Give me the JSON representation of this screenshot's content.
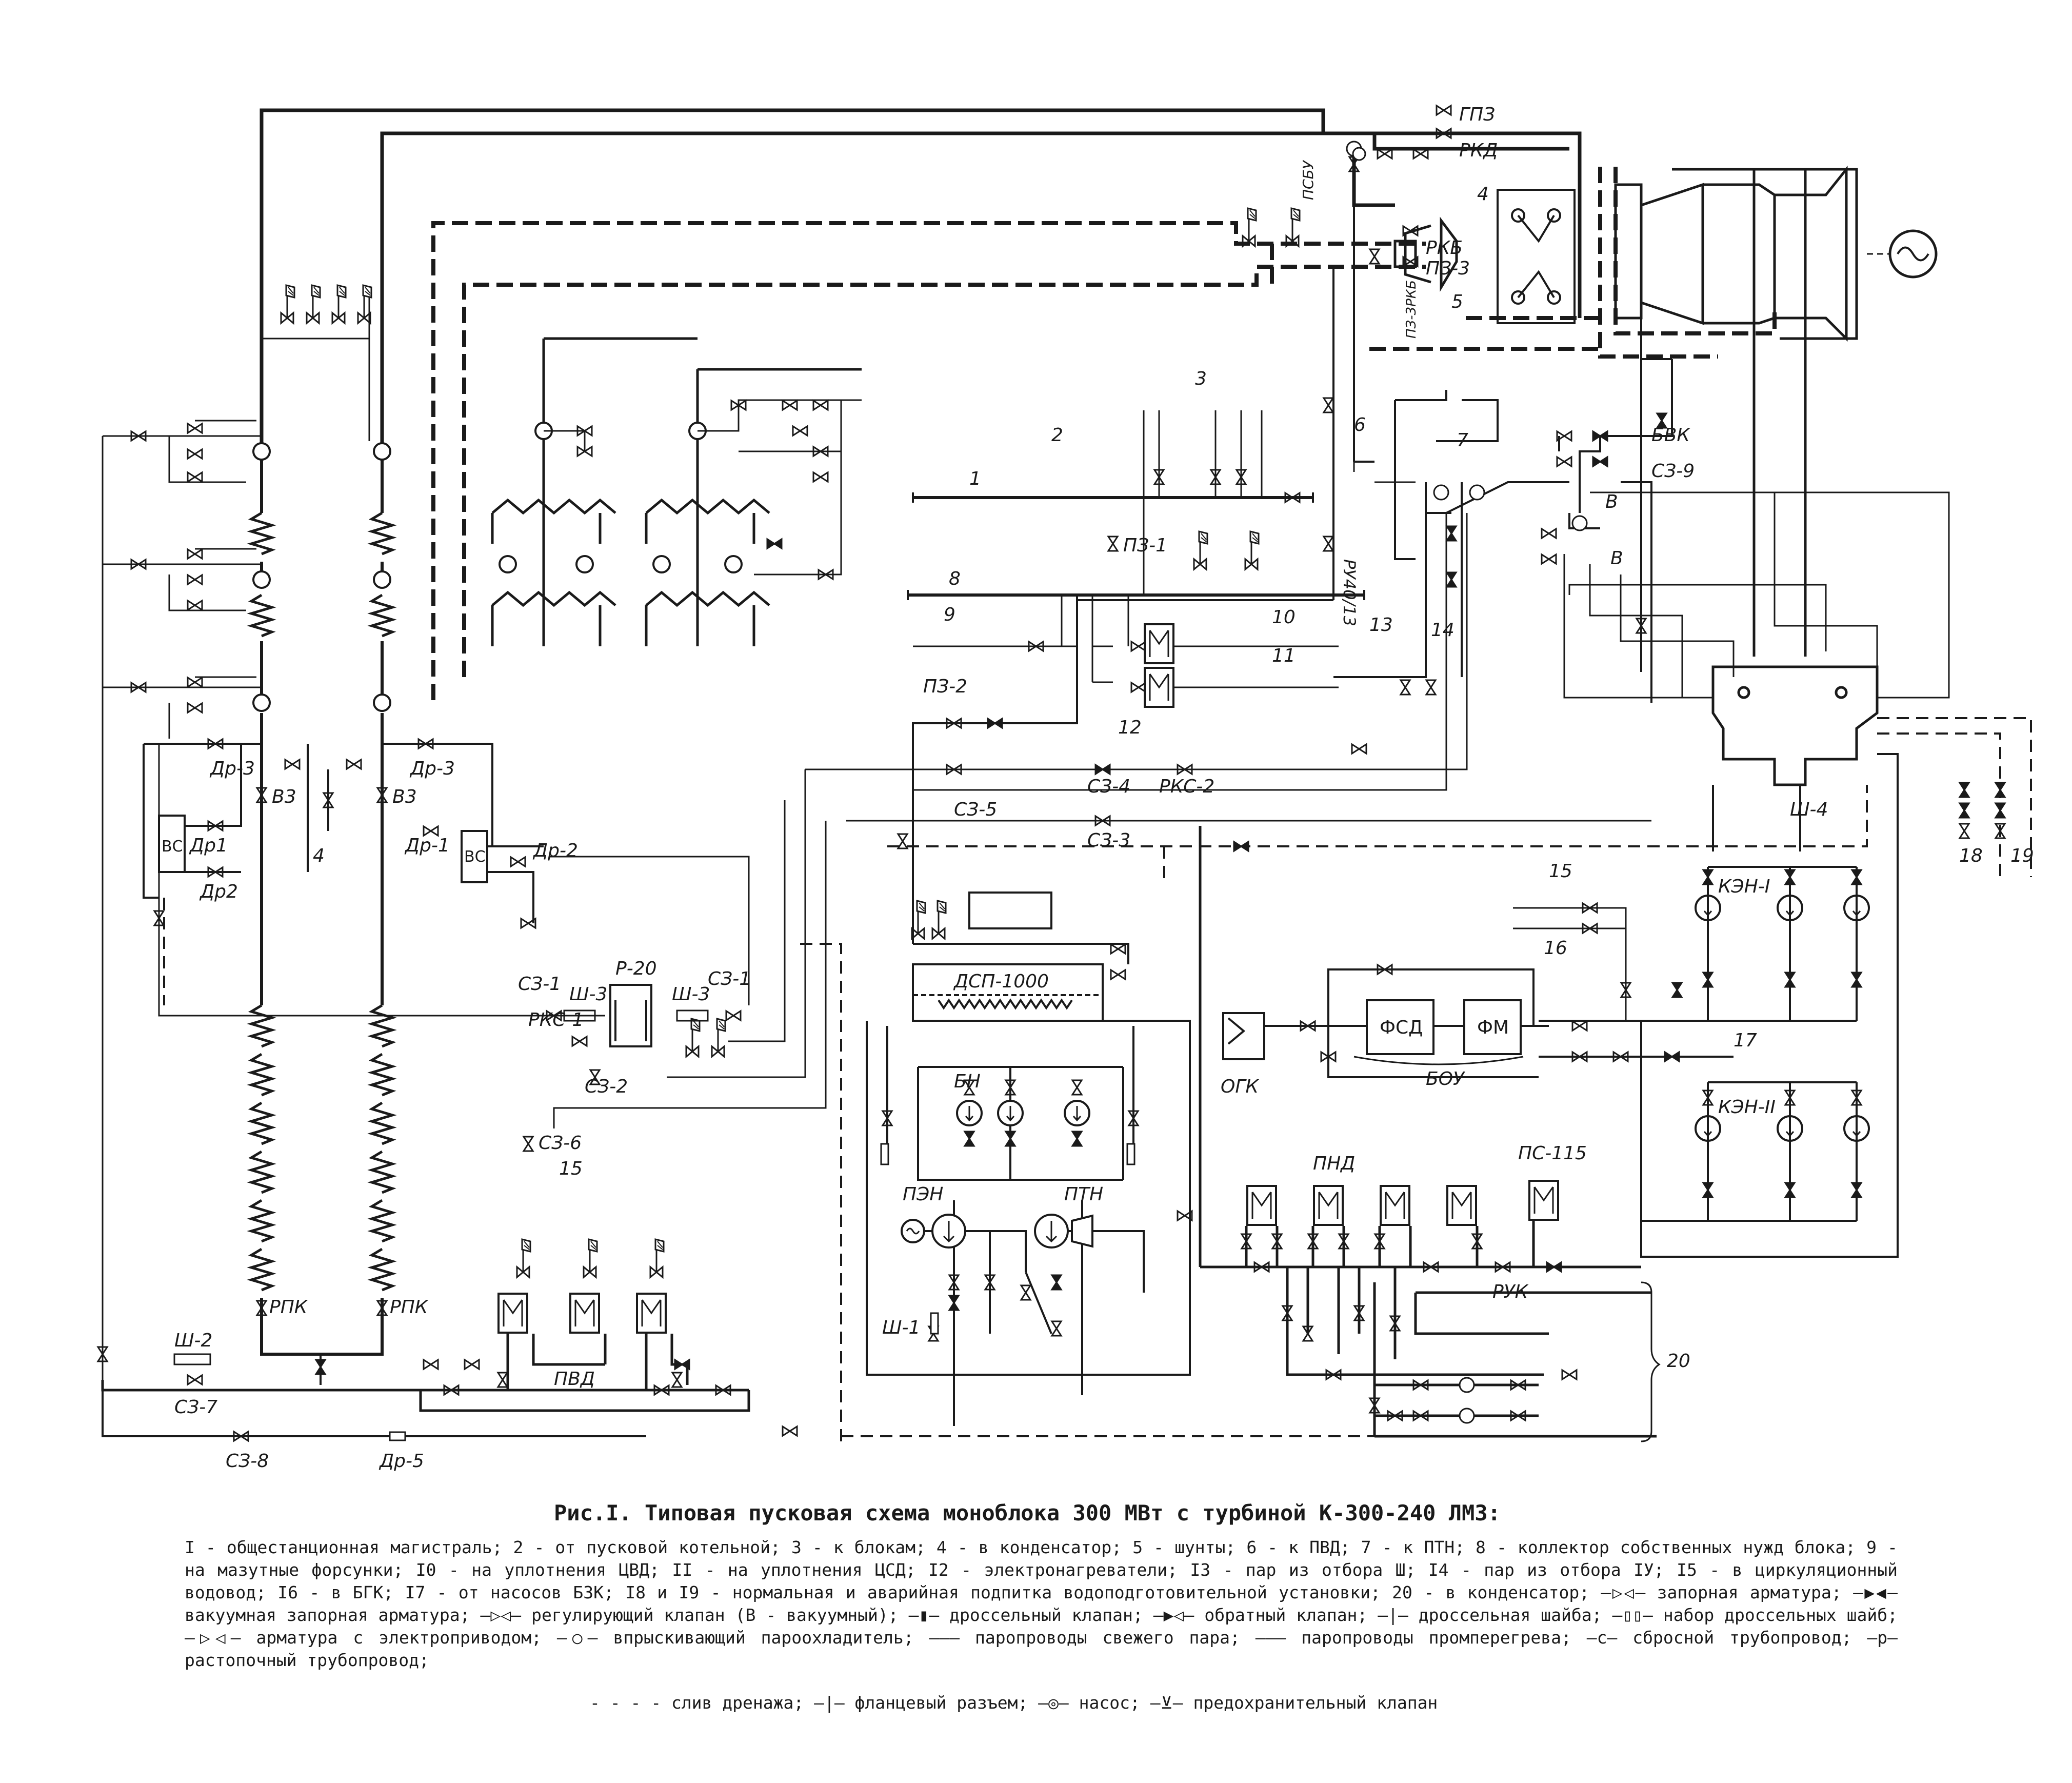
{
  "caption": {
    "title": "Рис.I. Типовая пусковая схема моноблока 300 МВт с турбиной К-300-240 ЛМЗ:",
    "legend": "I - общестанционная магистраль; 2 - от пусковой котельной; 3 - к блокам; 4 - в конденсатор; 5 - шунты; 6 - к ПВД; 7 - к ПТН; 8 - коллектор собственных нужд блока; 9 - на мазутные форсунки; I0 - на уплотнения ЦВД; II - на уплотнения ЦСД; I2 - электронагреватели; I3 - пар из отбора Ш; I4 - пар из отбора IУ; I5 - в циркуляционный водовод; I6 - в БГК; I7 - от насосов БЗК; I8 и I9 - нормальная и аварийная подпитка водоподготовительной установки; 20 - в конденсатор; —▷◁— запорная арматура; —▶◀— вакуумная запорная арматура; —▷◁— регулирующий клапан (В - вакуумный); —▮— дроссельный клапан; —▶◁— обратный клапан; —|— дроссельная шайба; —▯▯— набор дроссельных шайб; —▷◁— арматура с электроприводом; —○— впрыскивающий пароохладитель; ——— паропроводы свежего пара; ——— паропроводы промперегрева; —c— сбросной трубопровод; —p— растопочный трубопровод;",
    "legend_last": "- - - - слив дренажа; —|— фланцевый разъем; —◎— насос; —⊻— предохранительный клапан"
  },
  "labels": {
    "gpz": "ГПЗ",
    "rkd": "РКД",
    "psbu": "ПСБУ",
    "rkb": "РКБ",
    "pz3": "ПЗ-3",
    "pz3rkb": "ПЗ-3РКБ",
    "bvk": "БВК",
    "sz9": "СЗ-9",
    "ru": "РУ40/13",
    "pz1": "ПЗ-1",
    "pz2": "ПЗ-2",
    "sz5": "СЗ-5",
    "sz4": "СЗ-4",
    "rks2": "РКС-2",
    "sz3": "СЗ-3",
    "sh4": "Ш-4",
    "dr3a": "Др-3",
    "dr3b": "Др-3",
    "v3a": "В3",
    "v3b": "В3",
    "dr1a": "Др1",
    "dr1b": "Др-1",
    "dr2a": "Др2",
    "dr2b": "Др-2",
    "vsa": "ВС",
    "vsb": "ВС",
    "sz1a": "СЗ-1",
    "sh3a": "Ш-3",
    "p20": "Р-20",
    "sh3b": "Ш-3",
    "sz1b": "СЗ-1",
    "rks1": "РКС-1",
    "sz2": "СЗ-2",
    "sz6": "СЗ-6",
    "dsp": "ДСП-1000",
    "bn": "БН",
    "pen": "ПЭН",
    "ptn": "ПТН",
    "sh1": "Ш-1",
    "rpka": "РПК",
    "rpkb": "РПК",
    "pvd": "ПВД",
    "sh2": "Ш-2",
    "sz7": "СЗ-7",
    "sz8": "СЗ-8",
    "dr5": "Др-5",
    "pnd": "ПНД",
    "ps115": "ПС-115",
    "ruk": "РУК",
    "ogk": "ОГК",
    "fsd": "ФСД",
    "fm": "ФМ",
    "bou": "БОУ",
    "ken1": "КЭН-I",
    "ken2": "КЭН-II",
    "va": "В",
    "vb": "В",
    "n1": "1",
    "n2": "2",
    "n3": "3",
    "n4a": "4",
    "n4b": "4",
    "n5": "5",
    "n6": "6",
    "n7": "7",
    "n8": "8",
    "n9": "9",
    "n10": "10",
    "n11": "11",
    "n12": "12",
    "n13": "13",
    "n14": "14",
    "n15a": "15",
    "n15b": "15",
    "n16": "16",
    "n17": "17",
    "n18": "18",
    "n19": "19",
    "n20": "20"
  }
}
